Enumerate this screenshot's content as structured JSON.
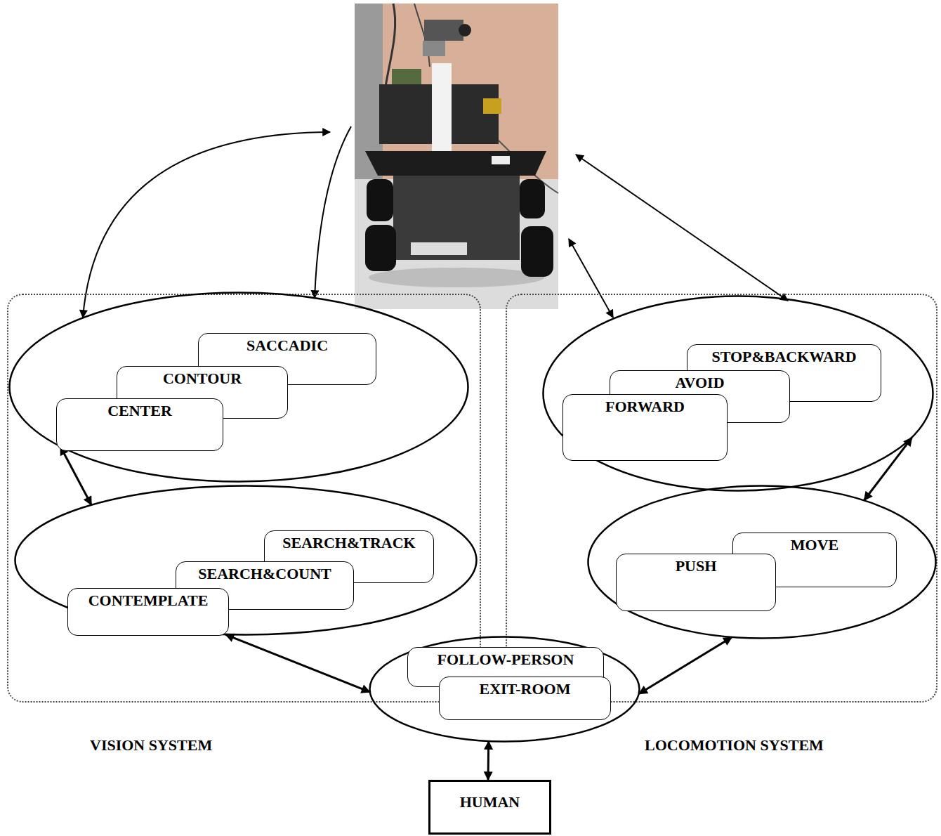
{
  "diagram": {
    "nodes": [
      {
        "text": [
          "VISION SYSTEM"
        ]
      },
      {
        "text": [],
        "in": 0
      },
      {
        "text": [
          "SACCADIC"
        ],
        "in": 1
      },
      {
        "text": [
          "CONTOUR"
        ],
        "in": 1
      },
      {
        "text": [
          "CENTER"
        ],
        "in": 1
      },
      {
        "text": [],
        "in": 0
      },
      {
        "text": [
          "SEARCH&TRACK"
        ],
        "in": 5
      },
      {
        "text": [
          "SEARCH&COUNT"
        ],
        "in": 5
      },
      {
        "text": [
          "CONTEMPLATE"
        ],
        "in": 5
      },
      {
        "text": [
          "LOCOMOTION SYSTEM"
        ]
      },
      {
        "text": [],
        "in": 9
      },
      {
        "text": [
          "STOP&BACKWARD"
        ],
        "in": 10
      },
      {
        "text": [
          "AVOID"
        ],
        "in": 10
      },
      {
        "text": [
          "FORWARD"
        ],
        "in": 10
      },
      {
        "text": [],
        "in": 9
      },
      {
        "text": [
          "MOVE"
        ],
        "in": 14
      },
      {
        "text": [
          "PUSH"
        ],
        "in": 14
      },
      {
        "text": []
      },
      {
        "text": [
          "FOLLOW-PERSON"
        ],
        "in": 17
      },
      {
        "text": [
          "EXIT-ROOM"
        ],
        "in": 17
      },
      {
        "text": [
          "HUMAN"
        ]
      }
    ],
    "edges": [
      {
        "from": 1,
        "to": 5,
        "arrow": "both"
      },
      {
        "from": 5,
        "to": 17,
        "arrow": "both"
      },
      {
        "from": 10,
        "to": 14,
        "arrow": "both"
      },
      {
        "from": 14,
        "to": 17,
        "arrow": "both"
      },
      {
        "from": 17,
        "to": 20,
        "arrow": "both"
      }
    ]
  }
}
